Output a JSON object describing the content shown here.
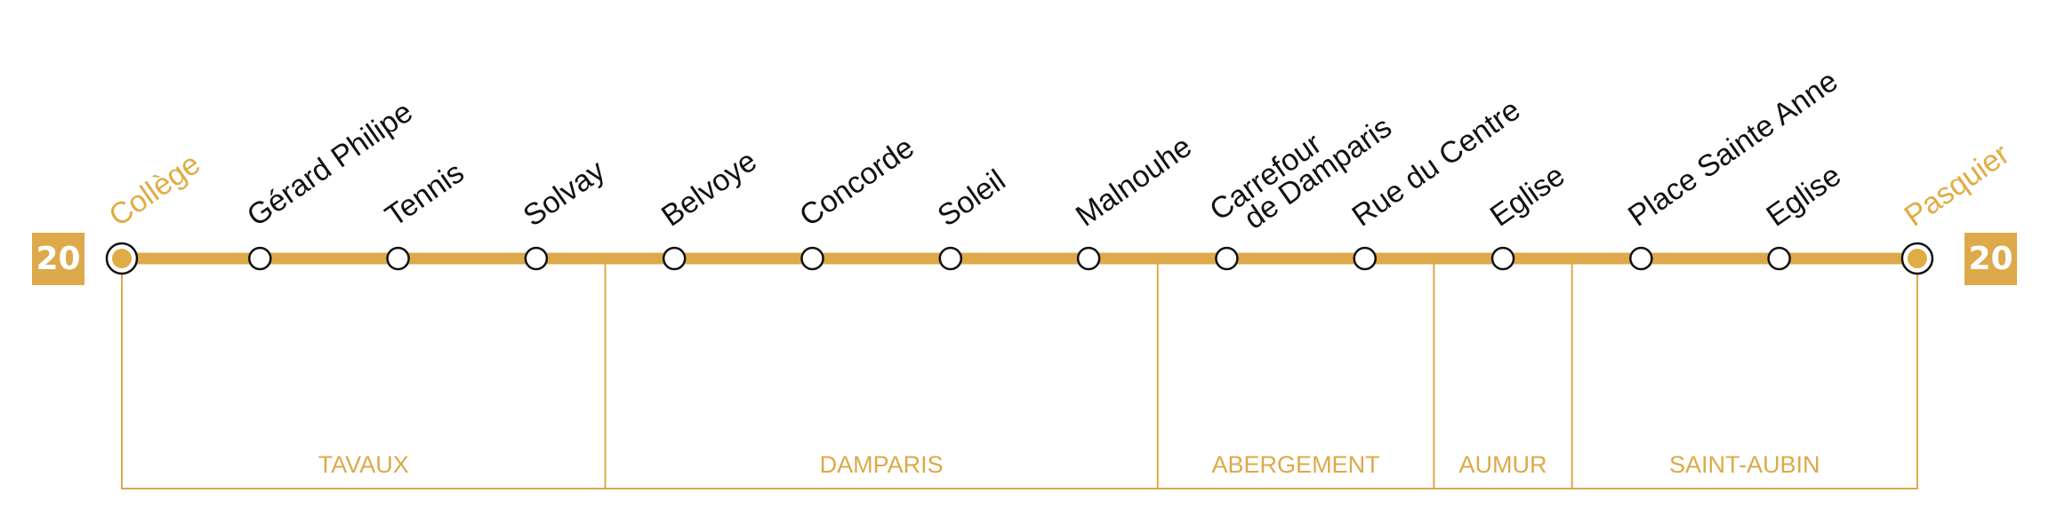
{
  "line": {
    "number": "20",
    "color": "#DDA94A",
    "terminus_color": "#E0AC45"
  },
  "stops": [
    {
      "name": "Collège",
      "terminus": true
    },
    {
      "name": "Gérard Philipe",
      "terminus": false
    },
    {
      "name": "Tennis",
      "terminus": false
    },
    {
      "name": "Solvay",
      "terminus": false
    },
    {
      "name": "Belvoye",
      "terminus": false
    },
    {
      "name": "Concorde",
      "terminus": false
    },
    {
      "name": "Soleil",
      "terminus": false
    },
    {
      "name": "Malnouhe",
      "terminus": false
    },
    {
      "name": "Carrefour de Damparis",
      "lines": [
        "Carrefour",
        "de Damparis"
      ],
      "terminus": false
    },
    {
      "name": "Rue du Centre",
      "terminus": false
    },
    {
      "name": "Eglise",
      "terminus": false
    },
    {
      "name": "Place Sainte Anne",
      "terminus": false
    },
    {
      "name": "Eglise",
      "terminus": false
    },
    {
      "name": "Pasquier",
      "terminus": true
    }
  ],
  "communes": [
    {
      "name": "TAVAUX",
      "first_stop": 0,
      "last_stop": 3
    },
    {
      "name": "DAMPARIS",
      "first_stop": 4,
      "last_stop": 7
    },
    {
      "name": "ABERGEMENT",
      "first_stop": 8,
      "last_stop": 9
    },
    {
      "name": "AUMUR",
      "first_stop": 10,
      "last_stop": 10
    },
    {
      "name": "SAINT-AUBIN",
      "first_stop": 11,
      "last_stop": 13
    }
  ]
}
